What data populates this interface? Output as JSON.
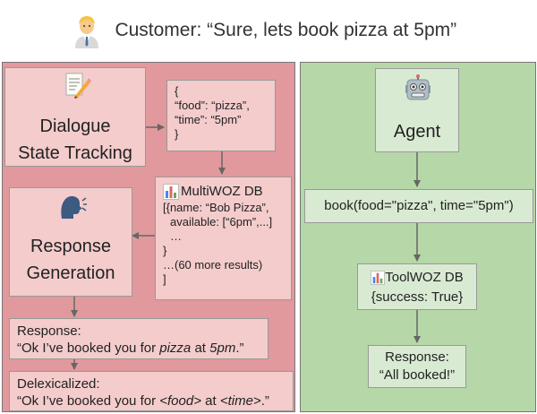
{
  "header": {
    "prefix": "Customer: ",
    "quote": "“Sure, lets book pizza at 5pm”"
  },
  "left": {
    "dst": {
      "line1": "Dialogue",
      "line2": "State Tracking"
    },
    "state_json": [
      "{",
      "“food”: “pizza”,",
      "“time”: “5pm”",
      "}"
    ],
    "db": {
      "title": "MultiWOZ DB",
      "lines": [
        "[{name: “Bob Pizza”,",
        "  available: [“6pm”,...]",
        "  …",
        "}",
        "…(60 more results)",
        "]"
      ]
    },
    "response_gen": {
      "line1": "Response",
      "line2": "Generation"
    },
    "response": {
      "label": "Response:",
      "q_open": "“Ok I’ve booked you for ",
      "food": "pizza",
      "at": " at ",
      "time": "5pm",
      "q_close": ".”"
    },
    "delex": {
      "label": "Delexicalized:",
      "q_open": "“Ok I’ve booked you for ",
      "food": "<food>",
      "at": " at ",
      "time": "<time>",
      "q_close": ".”"
    }
  },
  "right": {
    "agent": "Agent",
    "api_call": "book(food=\"pizza\", time=\"5pm\")",
    "db": {
      "title": "ToolWOZ DB",
      "result": "{success: True}"
    },
    "response": {
      "label": "Response:",
      "text": "“All booked!”"
    }
  },
  "colors": {
    "left_panel": "#e1999d",
    "left_box": "#f4cccc",
    "right_panel": "#b6d7a8",
    "right_box": "#d9ead3",
    "arrow": "#666666"
  },
  "icons": [
    "customer-avatar-icon",
    "memo-icon",
    "speaking-head-icon",
    "bar-chart-icon",
    "robot-icon"
  ]
}
